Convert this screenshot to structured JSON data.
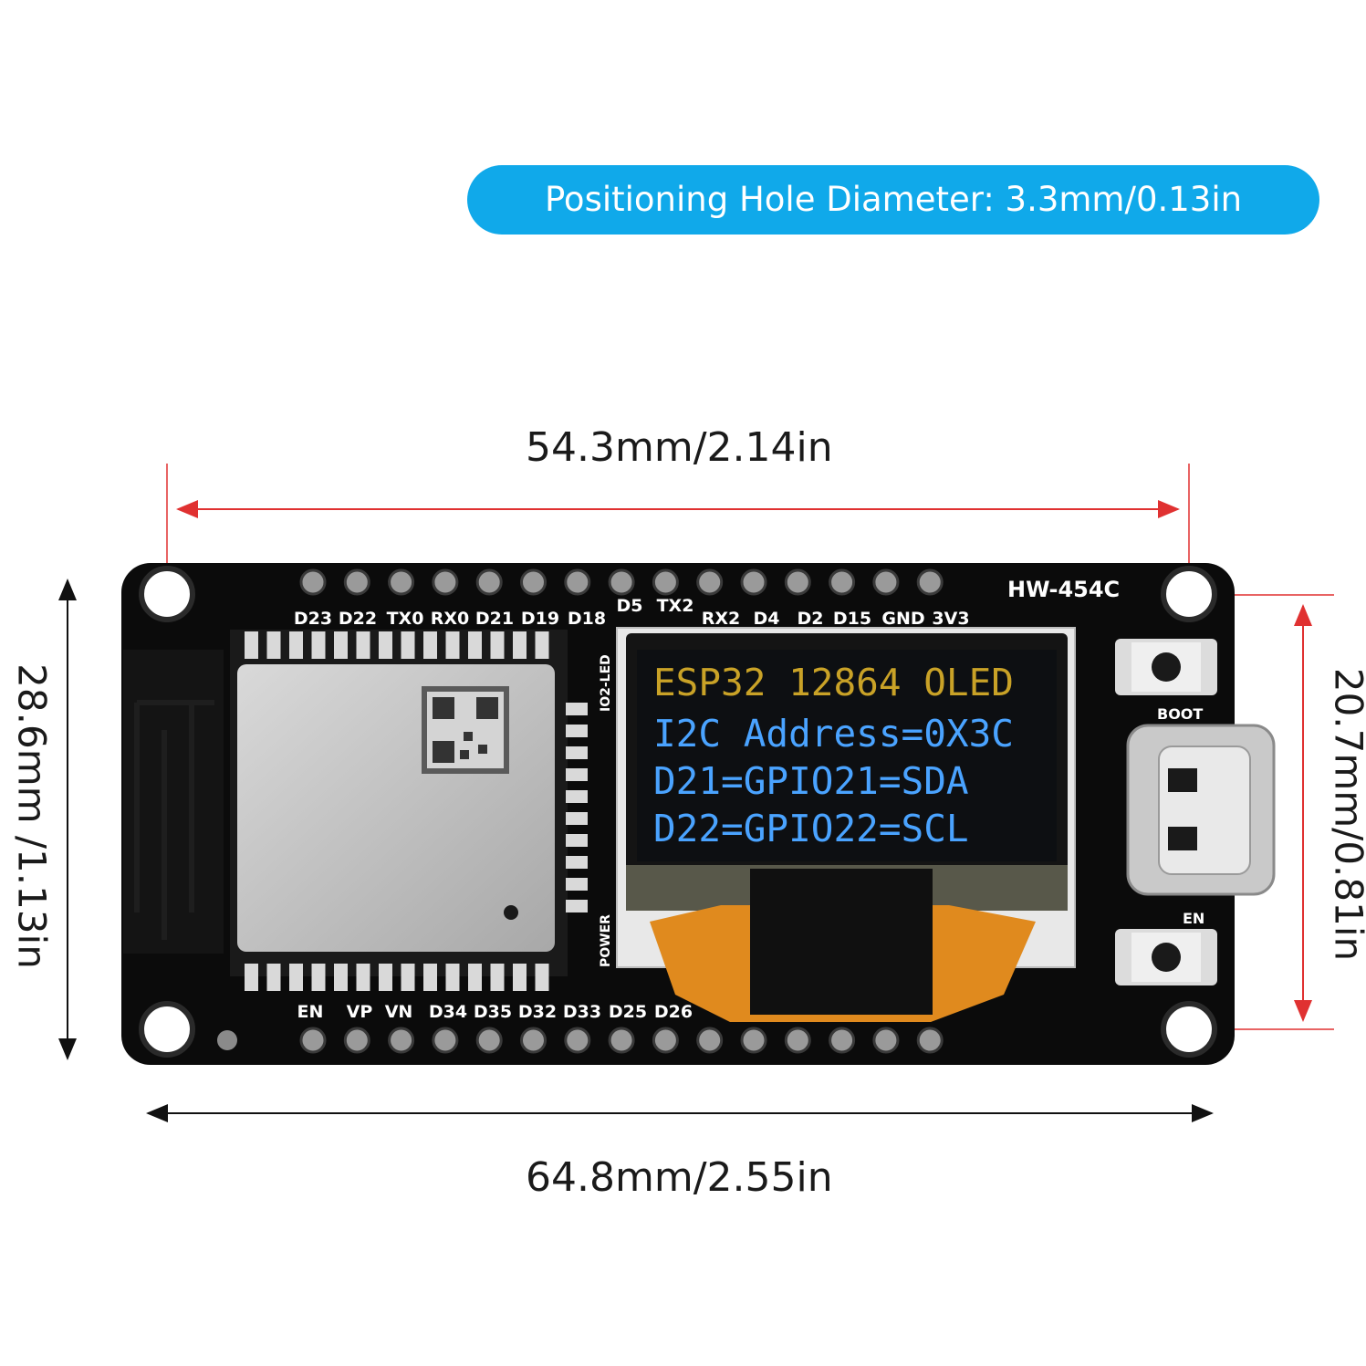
{
  "banner": {
    "text": "Positioning Hole Diameter: 3.3mm/0.13in"
  },
  "dimensions": {
    "hole_spacing_width": "54.3mm/2.14in",
    "board_width": "64.8mm/2.55in",
    "board_height": "28.6mm /1.13in",
    "hole_spacing_height": "20.7mm/0.81in"
  },
  "board": {
    "model": "HW-454C",
    "top_pins": [
      "D23",
      "D22",
      "TX0",
      "RX0",
      "D21",
      "D19",
      "D18",
      "D5",
      "TX2",
      "RX2",
      "D4",
      "D2",
      "D15",
      "GND",
      "3V3"
    ],
    "bottom_pins": [
      "EN",
      "VP",
      "VN",
      "D34",
      "D35",
      "D32",
      "D33",
      "D25",
      "D26"
    ],
    "labels": {
      "boot": "BOOT",
      "en_button": "EN",
      "led": "IO2-LED",
      "power": "POWER"
    }
  },
  "oled": {
    "lines": [
      "ESP32 12864 OLED",
      "I2C Address=0X3C",
      "D21=GPIO21=SDA",
      "D22=GPIO22=SCL"
    ],
    "line_colors": [
      "#c9a227",
      "#4aa3ff",
      "#4aa3ff",
      "#4aa3ff"
    ]
  },
  "colors": {
    "banner": "#10a9ea",
    "dimension_line": "#e03131",
    "pcb": "#0b0b0b"
  }
}
